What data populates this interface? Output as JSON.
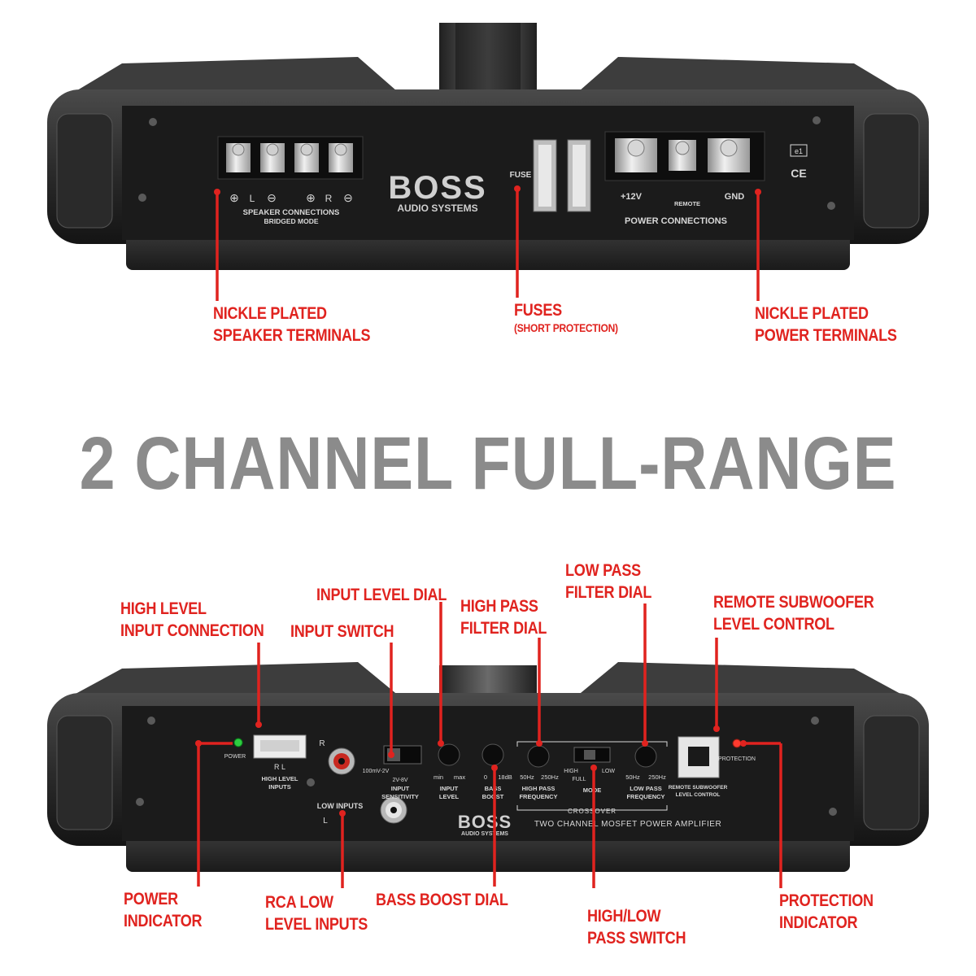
{
  "headline": "2 CHANNEL FULL-RANGE",
  "colors": {
    "callout": "#e0231f",
    "headline": "#8b8b8b",
    "panel": "#1b1b1b",
    "panel_text": "#d8d8d8"
  },
  "top_panel": {
    "brand": "BOSS",
    "brand_sub": "AUDIO SYSTEMS",
    "speaker_terminal_polarity": [
      "⊕",
      "L",
      "⊖",
      "⊕",
      "R",
      "⊖"
    ],
    "speaker_caption_1": "SPEAKER CONNECTIONS",
    "speaker_caption_2": "BRIDGED MODE",
    "fuse_label": "FUSE",
    "power_12v": "+12V",
    "power_remote": "REMOTE",
    "power_gnd": "GND",
    "power_caption": "POWER CONNECTIONS",
    "cert_e": "e1",
    "cert_ce": "CE"
  },
  "bottom_panel": {
    "power_led_label": "POWER",
    "high_level_caption_1": "HIGH LEVEL",
    "high_level_caption_2": "INPUTS",
    "high_level_pins": "R L",
    "rca_r": "R",
    "rca_l": "L",
    "low_inputs": "LOW INPUTS",
    "sens_low": "100mV-2V",
    "sens_high": "2V-8V",
    "sens_caption_1": "INPUT",
    "sens_caption_2": "SENSITIVITY",
    "input_min": "min",
    "input_max": "max",
    "input_level_1": "INPUT",
    "input_level_2": "LEVEL",
    "bass_0": "0",
    "bass_18": "18dB",
    "bass_caption_1": "BASS",
    "bass_caption_2": "BOOST",
    "hp_50": "50Hz",
    "hp_250": "250Hz",
    "hp_caption_1": "HIGH PASS",
    "hp_caption_2": "FREQUENCY",
    "mode_high": "HIGH",
    "mode_full": "FULL",
    "mode_low": "LOW",
    "mode_caption": "MODE",
    "crossover": "CROSSOVER",
    "lp_50": "50Hz",
    "lp_250": "250Hz",
    "lp_caption_1": "LOW PASS",
    "lp_caption_2": "FREQUENCY",
    "remote_caption_1": "REMOTE SUBWOOFER",
    "remote_caption_2": "LEVEL CONTROL",
    "protection_label": "PROTECTION",
    "brand": "BOSS",
    "brand_sub": "AUDIO SYSTEMS",
    "model_text": "TWO CHANNEL MOSFET POWER AMPLIFIER"
  },
  "callouts": {
    "speaker_terminals": [
      "NICKLE PLATED",
      "SPEAKER TERMINALS"
    ],
    "fuses": [
      "FUSES",
      "(SHORT PROTECTION)"
    ],
    "power_terminals": [
      "NICKLE PLATED",
      "POWER TERMINALS"
    ],
    "high_level_input": [
      "HIGH LEVEL",
      "INPUT CONNECTION"
    ],
    "input_switch": [
      "INPUT SWITCH"
    ],
    "input_level_dial": [
      "INPUT LEVEL DIAL"
    ],
    "high_pass_dial": [
      "HIGH PASS",
      "FILTER DIAL"
    ],
    "low_pass_dial": [
      "LOW PASS",
      "FILTER DIAL"
    ],
    "remote_sub": [
      "REMOTE SUBWOOFER",
      "LEVEL CONTROL"
    ],
    "power_indicator": [
      "POWER",
      "INDICATOR"
    ],
    "rca_inputs": [
      "RCA LOW",
      "LEVEL INPUTS"
    ],
    "bass_boost_dial": [
      "BASS BOOST DIAL"
    ],
    "hl_pass_switch": [
      "HIGH/LOW",
      "PASS SWITCH"
    ],
    "protection_indicator": [
      "PROTECTION",
      "INDICATOR"
    ]
  }
}
